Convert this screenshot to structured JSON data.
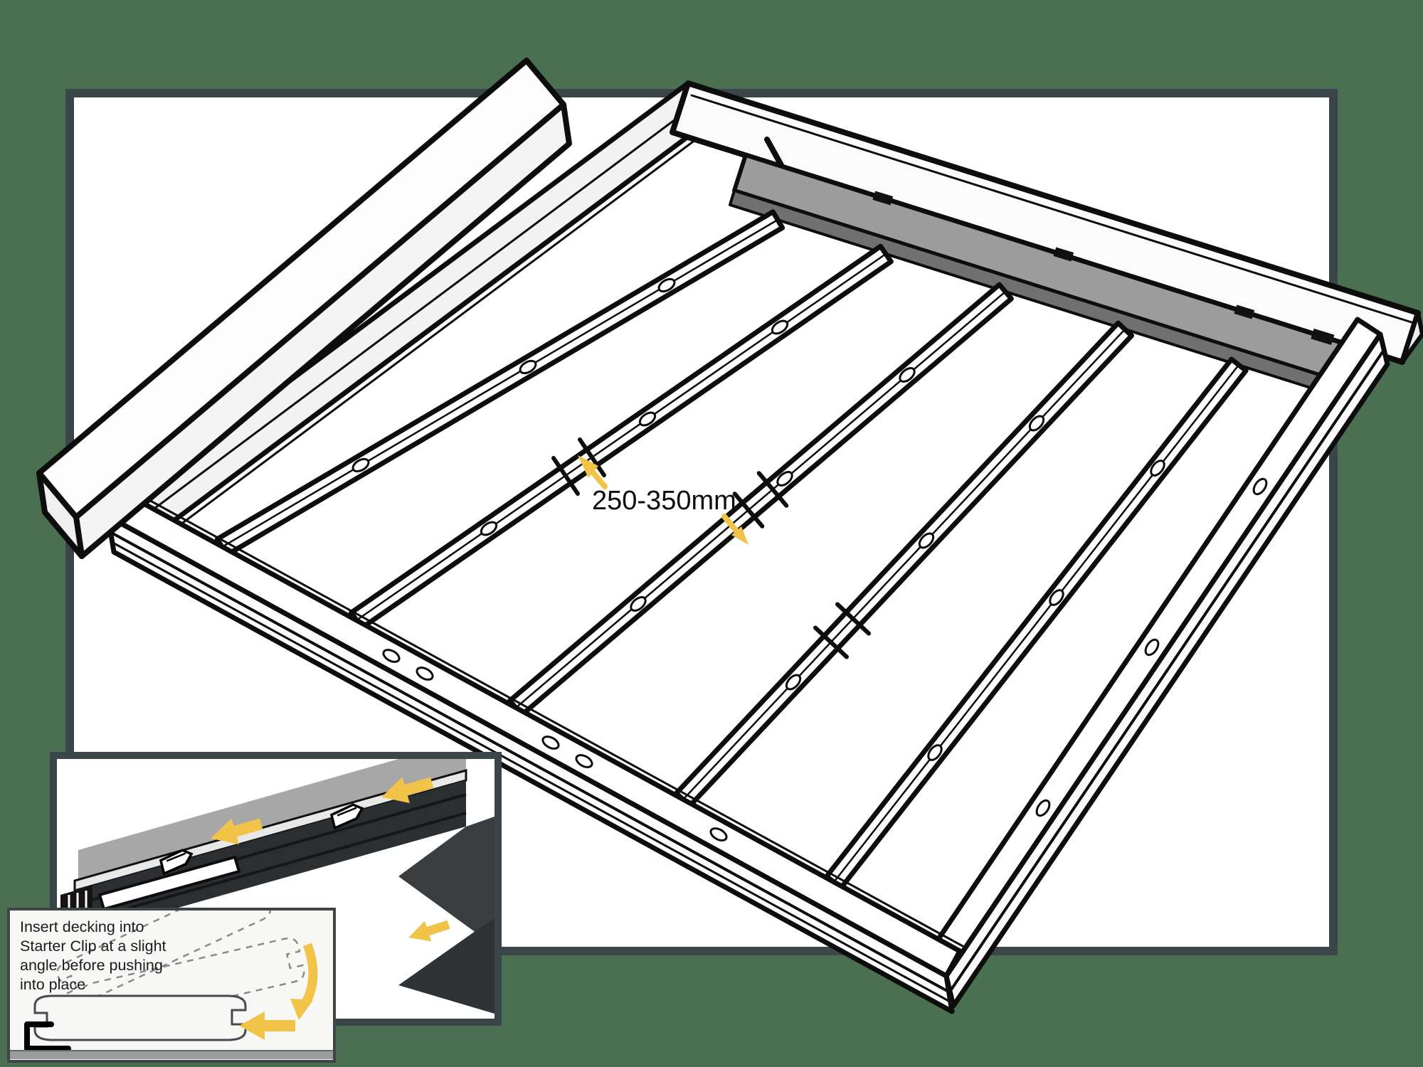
{
  "meta": {
    "type": "installation-diagram",
    "subject": "Deck subframe joist spacing and decking starter clip detail"
  },
  "palette": {
    "background_green": "#4a7051",
    "frame_border_slate": "#3b464a",
    "canvas_white": "#ffffff",
    "line_black": "#0d0d0d",
    "accent_yellow": "#f2c349",
    "deck_board_gray": "#9c9c9c",
    "deck_board_gray_edge": "#707070",
    "detail_dark": "#2c2f31",
    "detail_gray": "#a7a7a7",
    "inset_background": "#f7f7f5"
  },
  "main_diagram": {
    "dimension_label": "250-350mm",
    "joist_count": 5,
    "icons": [
      "joist-spacing-arrow-up-left-icon",
      "joist-spacing-arrow-down-right-icon",
      "starter-clip-icon",
      "screw-hole-icon",
      "joist-splice-icon"
    ]
  },
  "detail_inset": {
    "icons": [
      "starter-clip-icon",
      "push-direction-arrow-icon"
    ]
  },
  "instruction_inset": {
    "caption_lines": [
      "Insert decking into",
      "Starter Clip at a slight",
      "angle before pushing",
      "into place"
    ],
    "icons": [
      "rotate-down-arrow-icon",
      "push-left-arrow-icon"
    ]
  }
}
